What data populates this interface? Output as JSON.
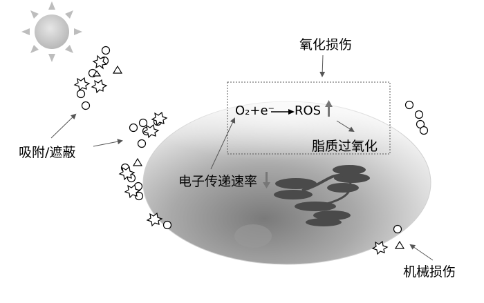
{
  "labels": {
    "oxidative_damage": "氧化损伤",
    "reaction_lhs": "O₂+e⁻",
    "reaction_rhs": "ROS",
    "lipid_peroxidation": "脂质过氧化",
    "electron_transfer_rate": "电子传递速率",
    "adsorption_shading": "吸附/遮蔽",
    "mechanical_damage": "机械损伤"
  }
}
